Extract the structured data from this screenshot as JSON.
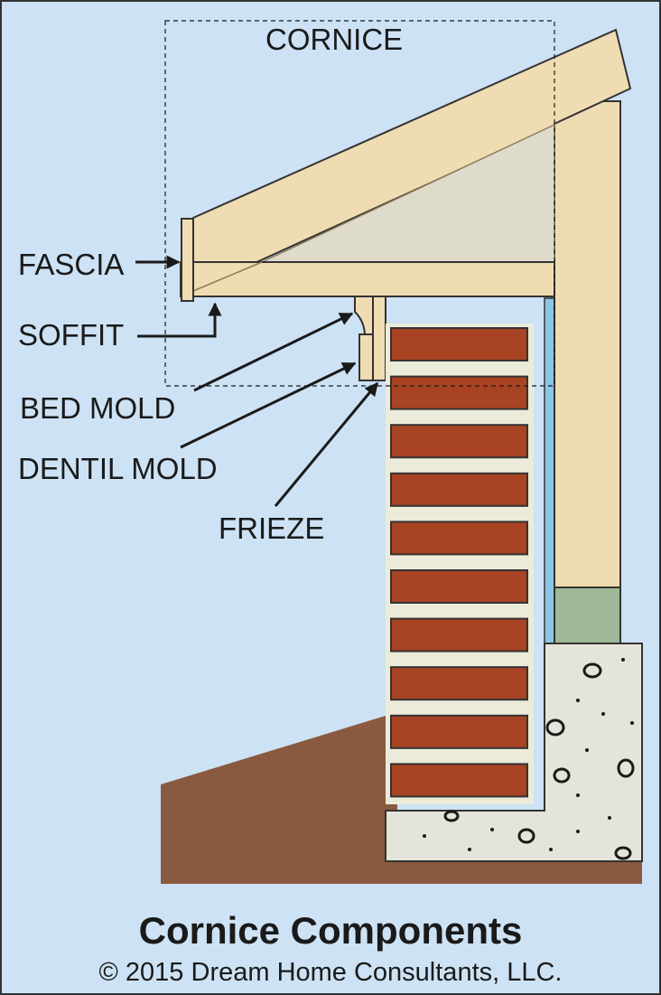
{
  "diagram": {
    "cornice_label": "CORNICE",
    "labels": {
      "fascia": "FASCIA",
      "soffit": "SOFFIT",
      "bed_mold": "BED MOLD",
      "dentil_mold": "DENTIL MOLD",
      "frieze": "FRIEZE"
    },
    "title": "Cornice Components",
    "copyright": "© 2015 Dream Home Consultants, LLC.",
    "colors": {
      "background": "#cde2f4",
      "wood": "#f0dcb2",
      "brick": "#a84323",
      "mortar": "#ecebd9",
      "concrete": "#e4e4da",
      "ground": "#8a5a40",
      "sill": "#9fb898",
      "sheathing": "#8cc6e6"
    }
  }
}
